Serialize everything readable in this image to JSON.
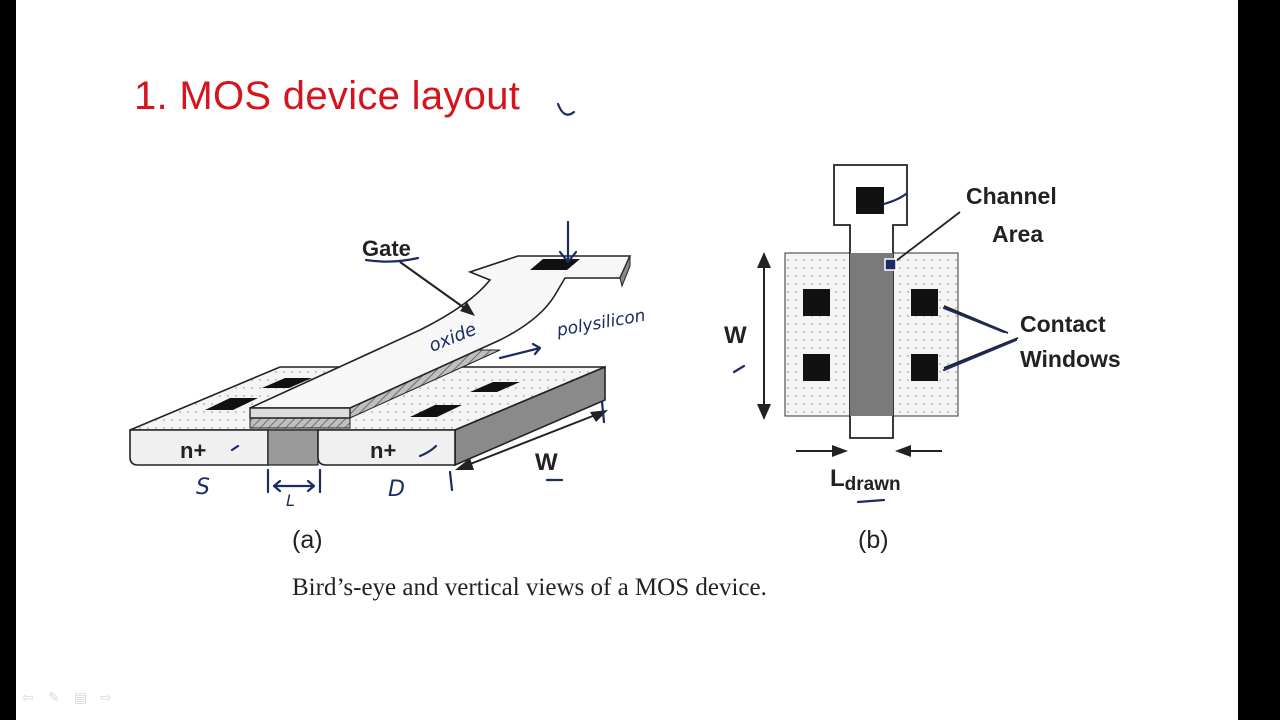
{
  "slide": {
    "title": "1. MOS device layout",
    "caption": "Bird’s-eye and vertical views of a MOS device.",
    "sub_a": "(a)",
    "sub_b": "(b)"
  },
  "figure_a": {
    "gate": "Gate",
    "n_plus": "n+",
    "w": "W"
  },
  "figure_b": {
    "channel_area_1": "Channel",
    "channel_area_2": "Area",
    "contact_1": "Contact",
    "contact_2": "Windows",
    "w": "W",
    "l_main": "L",
    "l_sub": "drawn"
  },
  "annotations": {
    "oxide": "oxide",
    "polysilicon": "polysilicon",
    "source": "S",
    "drain": "D",
    "length": "L"
  },
  "nav": {
    "prev": "⇦",
    "pen": "✎",
    "menu": "▤",
    "next": "⇨"
  }
}
